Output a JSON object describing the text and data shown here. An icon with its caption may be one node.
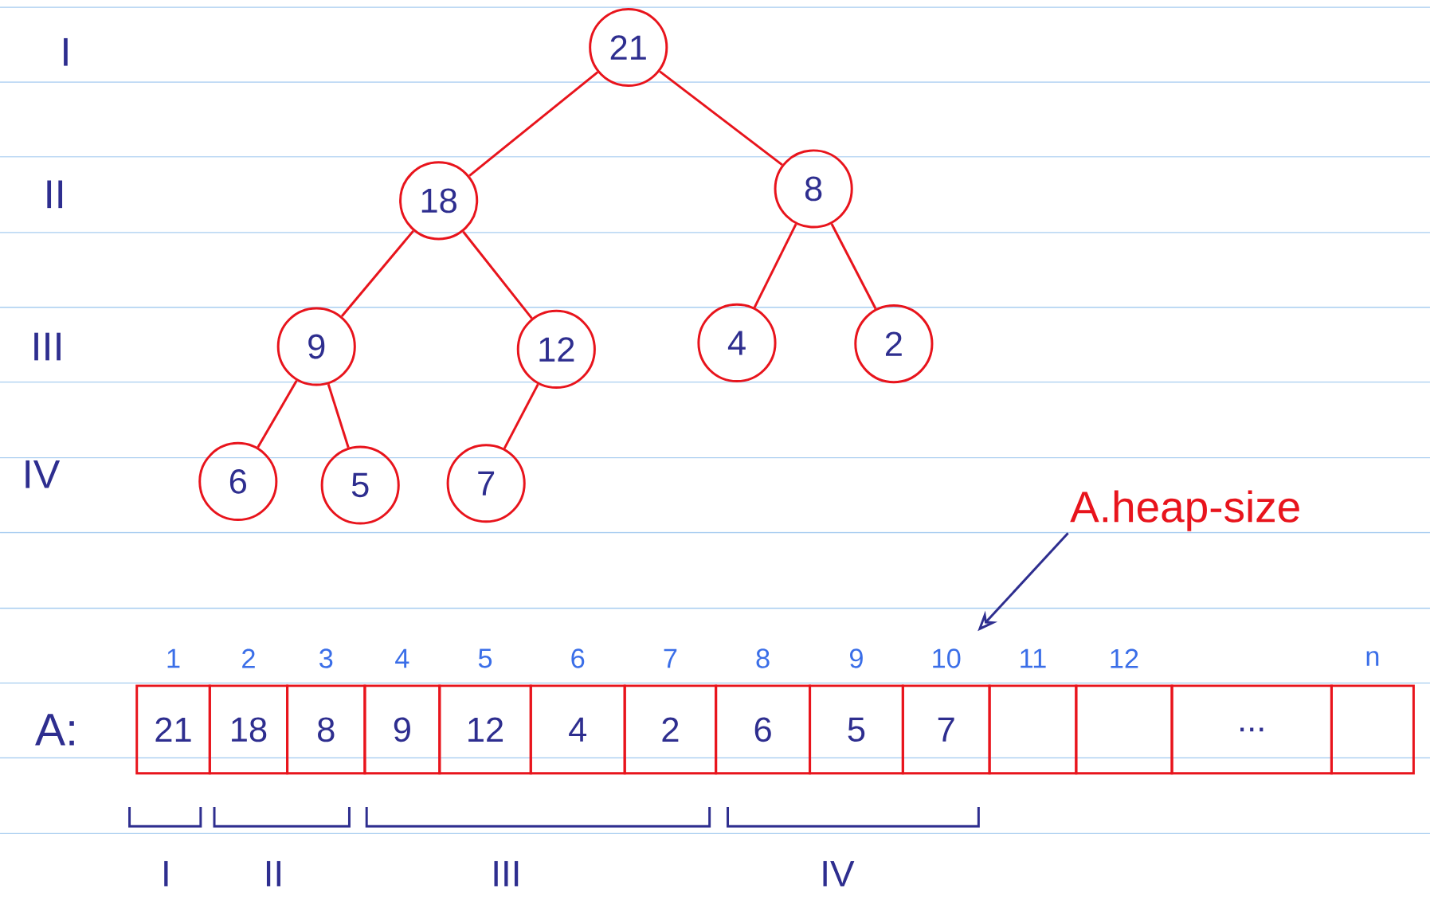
{
  "diagram": {
    "nodes": [
      {
        "text": [
          "21"
        ]
      },
      {
        "text": [
          "18"
        ]
      },
      {
        "text": [
          "8"
        ]
      },
      {
        "text": [
          "9"
        ]
      },
      {
        "text": [
          "12"
        ]
      },
      {
        "text": [
          "4"
        ]
      },
      {
        "text": [
          "2"
        ]
      },
      {
        "text": [
          "6"
        ]
      },
      {
        "text": [
          "5"
        ]
      },
      {
        "text": [
          "7"
        ]
      },
      {
        "text": [
          "21"
        ],
        "beside": [
          "1"
        ]
      },
      {
        "text": [
          "18"
        ],
        "beside": [
          "2"
        ]
      },
      {
        "text": [
          "8"
        ],
        "beside": [
          "3"
        ]
      },
      {
        "text": [
          "9"
        ],
        "beside": [
          "4"
        ]
      },
      {
        "text": [
          "12"
        ],
        "beside": [
          "5"
        ]
      },
      {
        "text": [
          "4"
        ],
        "beside": [
          "6"
        ]
      },
      {
        "text": [
          "2"
        ],
        "beside": [
          "7"
        ]
      },
      {
        "text": [
          "6"
        ],
        "beside": [
          "8"
        ]
      },
      {
        "text": [
          "5"
        ],
        "beside": [
          "9"
        ]
      },
      {
        "text": [
          "7"
        ],
        "beside": [
          "10"
        ]
      },
      {
        "text": [],
        "shape": "box",
        "beside": [
          "11"
        ]
      },
      {
        "text": [],
        "shape": "box",
        "beside": [
          "12"
        ]
      },
      {
        "text": [
          "..."
        ]
      },
      {
        "text": [],
        "shape": "box",
        "beside": [
          "n"
        ]
      },
      {
        "text": [
          "A.heap-size"
        ]
      }
    ],
    "edges": [
      {
        "from": 0,
        "to": 1,
        "arrow": "none"
      },
      {
        "from": 0,
        "to": 2,
        "arrow": "none"
      },
      {
        "from": 1,
        "to": 3,
        "arrow": "none"
      },
      {
        "from": 1,
        "to": 4,
        "arrow": "none"
      },
      {
        "from": 2,
        "to": 5,
        "arrow": "none"
      },
      {
        "from": 2,
        "to": 6,
        "arrow": "none"
      },
      {
        "from": 3,
        "to": 7,
        "arrow": "none"
      },
      {
        "from": 3,
        "to": 8,
        "arrow": "none"
      },
      {
        "from": 4,
        "to": 9,
        "arrow": "none"
      },
      {
        "from": 24,
        "to": null,
        "arrow": "to",
        "color": "#2e2e8f"
      }
    ],
    "labels": [
      "I",
      "II",
      "III",
      "IV",
      "A:",
      "I",
      "II",
      "III",
      "IV"
    ]
  }
}
